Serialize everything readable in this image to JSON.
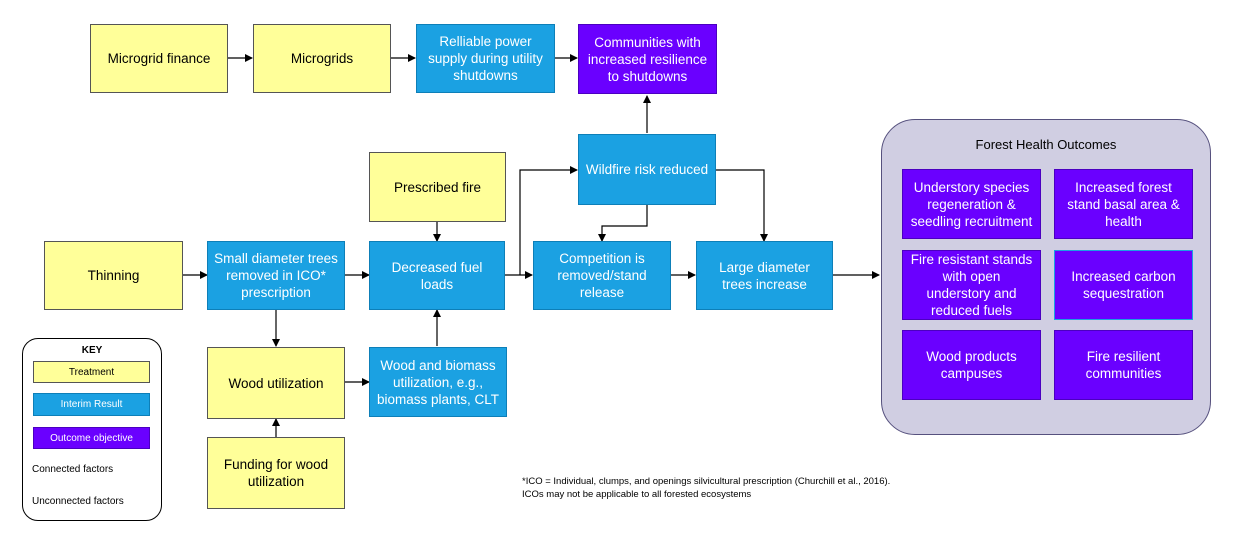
{
  "colors": {
    "treatment": "#ffff99",
    "interim": "#1ba1e2",
    "outcome": "#6a00ff",
    "panel": "#d0cee2"
  },
  "nodes": {
    "microgrid_finance": "Microgrid finance",
    "microgrids": "Microgrids",
    "reliable_power": "Relliable power supply during utility shutdowns",
    "communities_resilience": "Communities with increased resilience to shutdowns",
    "prescribed_fire": "Prescribed fire",
    "wildfire_risk": "Wildfire risk reduced",
    "thinning": "Thinning",
    "small_diameter": "Small diameter trees removed in ICO* prescription",
    "decreased_fuel": "Decreased fuel loads",
    "competition": "Competition is removed/stand release",
    "large_diameter": "Large diameter trees increase",
    "wood_utilization": "Wood utilization",
    "wood_biomass": "Wood and biomass utilization, e.g., biomass plants, CLT",
    "funding_wood": "Funding for wood utilization"
  },
  "outcomes_panel": {
    "title": "Forest Health Outcomes",
    "items": [
      "Understory species regeneration & seedling recruitment",
      "Increased forest stand basal area & health",
      "Fire resistant stands with open understory and reduced fuels",
      "Increased carbon sequestration",
      "Wood products campuses",
      "Fire resilient communities"
    ]
  },
  "key": {
    "title": "KEY",
    "treatment": "Treatment",
    "interim": "Interim Result",
    "outcome": "Outcome objective",
    "connected": "Connected factors",
    "unconnected": "Unconnected factors"
  },
  "footnote": {
    "line1": "*ICO = Individual, clumps, and openings silvicultural prescription (Churchill et al., 2016).",
    "line2": "ICOs may not be applicable to all forested ecosystems"
  }
}
